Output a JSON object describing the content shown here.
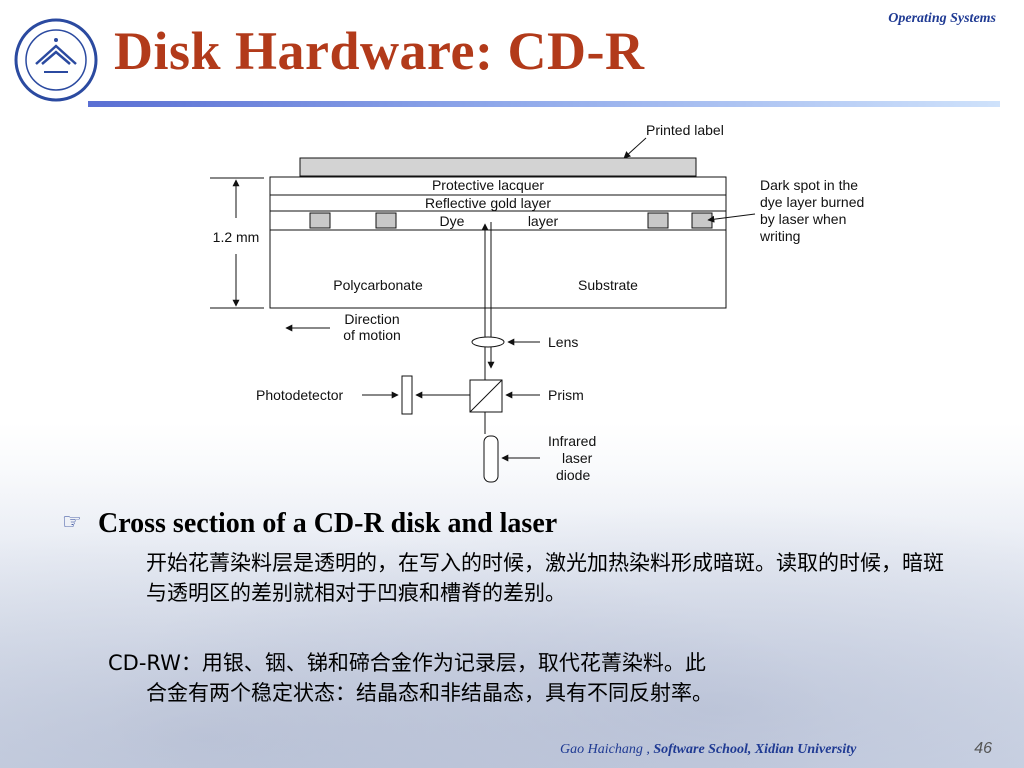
{
  "header": {
    "course": "Operating Systems",
    "title": "Disk Hardware: CD-R"
  },
  "figure": {
    "labels": {
      "printed_label": "Printed label",
      "protective_lacquer": "Protective lacquer",
      "reflective_gold": "Reflective gold layer",
      "dye": "Dye",
      "layer": "layer",
      "thickness": "1.2 mm",
      "polycarbonate": "Polycarbonate",
      "substrate": "Substrate",
      "direction_1": "Direction",
      "direction_2": "of motion",
      "lens": "Lens",
      "prism": "Prism",
      "photodetector": "Photodetector",
      "infrared_1": "Infrared",
      "infrared_2": "laser",
      "infrared_3": "diode",
      "dark_spot_1": "Dark spot in the",
      "dark_spot_2": "dye layer burned",
      "dark_spot_3": "by laser when",
      "dark_spot_4": "writing"
    }
  },
  "content": {
    "bullet_icon": "hand-pointing-icon",
    "bullet": "Cross section of a CD-R disk and laser",
    "para1": "开始花菁染料层是透明的，在写入的时候，激光加热染料形成暗斑。读取的时候，暗斑与透明区的差别就相对于凹痕和槽脊的差别。",
    "para2_first": "CD-RW：用银、铟、锑和碲合金作为记录层，取代花菁染料。此",
    "para2_rest": "合金有两个稳定状态：结晶态和非结晶态，具有不同反射率。"
  },
  "footer": {
    "author": "Gao Haichang ,",
    "school": "Software School,",
    "university": "Xidian University",
    "page": "46"
  },
  "colors": {
    "title": "#b23a1a",
    "accent": "#1f3a93"
  }
}
